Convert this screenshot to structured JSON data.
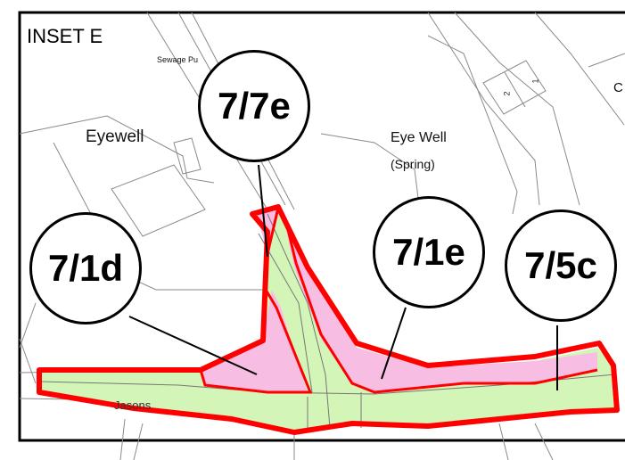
{
  "inset_title": "INSET E",
  "labels": {
    "eyewell": "Eyewell",
    "eye_well": "Eye Well",
    "spring": "(Spring)",
    "sewage": "Sewage Pu",
    "lane": "Jasons",
    "c_label": "C",
    "plot_1": "1",
    "plot_2": "2"
  },
  "callouts": {
    "c_7_7e": "7/7e",
    "c_7_1d": "7/1d",
    "c_7_1e": "7/1e",
    "c_7_5c": "7/5c"
  },
  "colors": {
    "boundary_red": "#ff0000",
    "green_fill": "#d4f5b8",
    "pink_fill": "#f7bde3",
    "line_grey": "#888888"
  }
}
